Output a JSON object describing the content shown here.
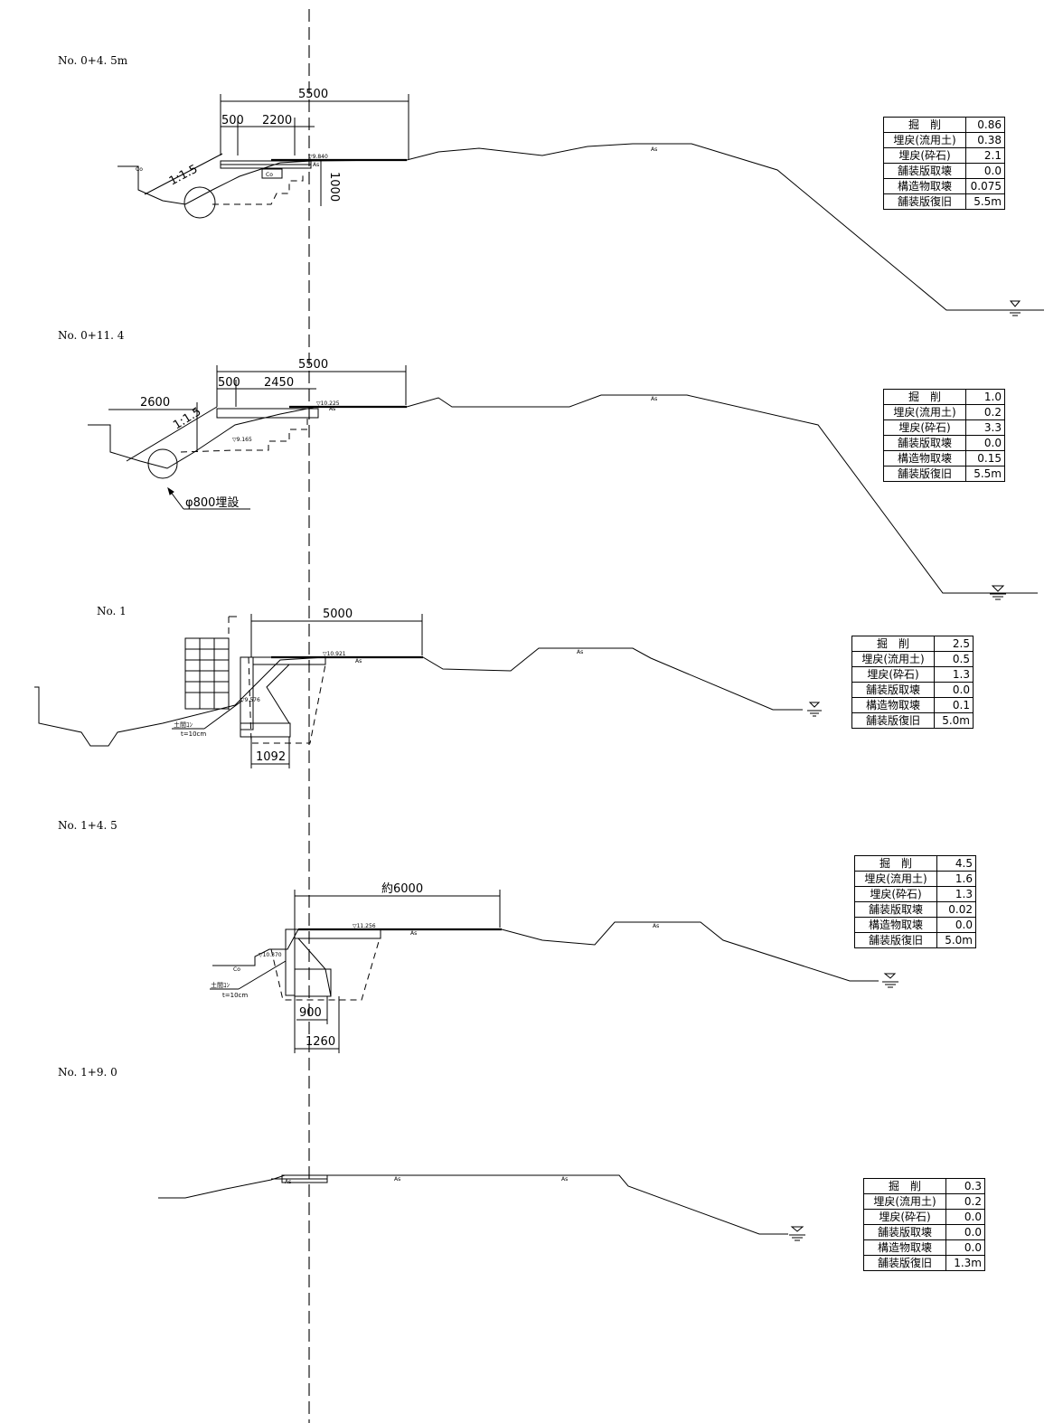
{
  "sections": [
    {
      "label": "No. 0+4. 5m",
      "dims": [
        "5500",
        "500",
        "2200",
        "1000"
      ],
      "slope": "1:1.5",
      "elev": [
        "▽9.840"
      ],
      "materials": [
        "As",
        "Co",
        "Co",
        "As"
      ],
      "quantities": [
        {
          "k": "掘　削",
          "v": "0.86"
        },
        {
          "k": "埋戻(流用土)",
          "v": "0.38"
        },
        {
          "k": "埋戻(砕石)",
          "v": "2.1"
        },
        {
          "k": "舗装版取壊",
          "v": "0.0"
        },
        {
          "k": "構造物取壊",
          "v": "0.075"
        },
        {
          "k": "舗装版復旧",
          "v": "5.5m"
        }
      ]
    },
    {
      "label": "No. 0+11. 4",
      "dims": [
        "5500",
        "500",
        "2450",
        "2600"
      ],
      "slope": "1:1.5",
      "elev": [
        "▽10.225",
        "▽9.165"
      ],
      "materials": [
        "As",
        "As"
      ],
      "pipe_note": "φ800埋設",
      "quantities": [
        {
          "k": "掘　削",
          "v": "1.0"
        },
        {
          "k": "埋戻(流用土)",
          "v": "0.2"
        },
        {
          "k": "埋戻(砕石)",
          "v": "3.3"
        },
        {
          "k": "舗装版取壊",
          "v": "0.0"
        },
        {
          "k": "構造物取壊",
          "v": "0.15"
        },
        {
          "k": "舗装版復旧",
          "v": "5.5m"
        }
      ]
    },
    {
      "label": "No. 1",
      "dims": [
        "5000",
        "1092"
      ],
      "elev": [
        "▽10.921",
        "▽9.576"
      ],
      "materials": [
        "As",
        "As"
      ],
      "note": [
        "土間ｺﾝ",
        "t=10cm"
      ],
      "quantities": [
        {
          "k": "掘　削",
          "v": "2.5"
        },
        {
          "k": "埋戻(流用土)",
          "v": "0.5"
        },
        {
          "k": "埋戻(砕石)",
          "v": "1.3"
        },
        {
          "k": "舗装版取壊",
          "v": "0.0"
        },
        {
          "k": "構造物取壊",
          "v": "0.1"
        },
        {
          "k": "舗装版復旧",
          "v": "5.0m"
        }
      ]
    },
    {
      "label": "No. 1+4. 5",
      "dims": [
        "約6000",
        "900",
        "1260"
      ],
      "elev": [
        "▽11.256",
        "▽10.370"
      ],
      "materials": [
        "As",
        "Co",
        "As"
      ],
      "note": [
        "土間ｺﾝ",
        "t=10cm"
      ],
      "quantities": [
        {
          "k": "掘　削",
          "v": "4.5"
        },
        {
          "k": "埋戻(流用土)",
          "v": "1.6"
        },
        {
          "k": "埋戻(砕石)",
          "v": "1.3"
        },
        {
          "k": "舗装版取壊",
          "v": "0.02"
        },
        {
          "k": "構造物取壊",
          "v": "0.0"
        },
        {
          "k": "舗装版復旧",
          "v": "5.0m"
        }
      ]
    },
    {
      "label": "No. 1+9. 0",
      "materials": [
        "As",
        "As",
        "As"
      ],
      "quantities": [
        {
          "k": "掘　削",
          "v": "0.3"
        },
        {
          "k": "埋戻(流用土)",
          "v": "0.2"
        },
        {
          "k": "埋戻(砕石)",
          "v": "0.0"
        },
        {
          "k": "舗装版取壊",
          "v": "0.0"
        },
        {
          "k": "構造物取壊",
          "v": "0.0"
        },
        {
          "k": "舗装版復旧",
          "v": "1.3m"
        }
      ]
    }
  ]
}
